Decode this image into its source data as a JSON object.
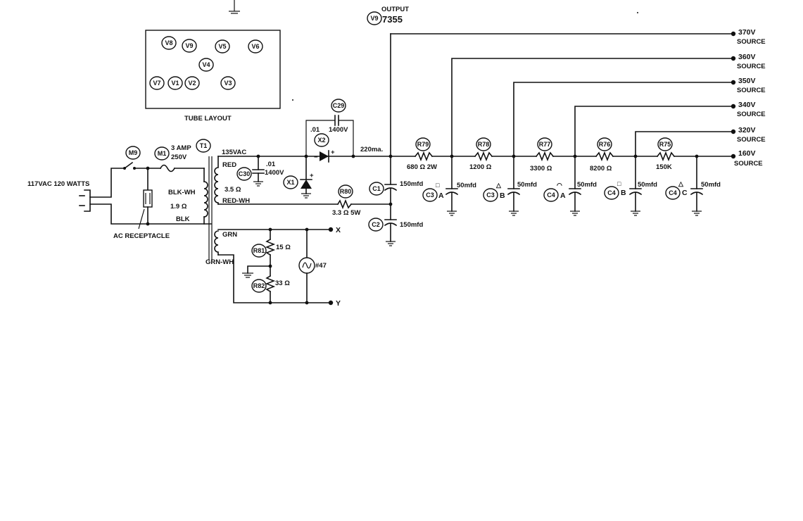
{
  "output_tube": {
    "ref": "V9",
    "label": "OUTPUT",
    "type": "7355"
  },
  "tube_layout": {
    "caption": "TUBE LAYOUT",
    "tubes": [
      "V8",
      "V9",
      "V5",
      "V6",
      "V4",
      "V7",
      "V1",
      "V2",
      "V3"
    ]
  },
  "input": {
    "label": "117VAC  120 WATTS",
    "receptacle": "AC RECEPTACLE",
    "switch_ref": "M9",
    "fuse_ref": "M1",
    "fuse_rating_1": "3 AMP",
    "fuse_rating_2": "250V"
  },
  "transformer": {
    "ref": "T1",
    "secondary_voltage": "135VAC",
    "red": "RED",
    "red_resistance": "3.5 Ω",
    "red_wh": "RED-WH",
    "blk_wh": "BLK-WH",
    "primary_resistance": "1.9 Ω",
    "blk": "BLK",
    "grn": "GRN",
    "grn_wh": "GRN-WH"
  },
  "rectifier": {
    "c30_ref": "C30",
    "c30_val_1": ".01",
    "c30_val_2": "1400V",
    "x1_ref": "X1",
    "x2_ref": "X2",
    "c29_ref": "C29",
    "c29_val_1": ".01",
    "c29_val_2": "1400V",
    "current": "220ma.",
    "r80_ref": "R80",
    "r80_val": "3.3 Ω  5W",
    "minus": "−",
    "plus": "+"
  },
  "filter": {
    "c1_ref": "C1",
    "c1_val": "150mfd",
    "c2_ref": "C2",
    "c2_val": "150mfd",
    "resistors": [
      {
        "ref": "R79",
        "value": "680 Ω  2W"
      },
      {
        "ref": "R78",
        "value": "1200 Ω"
      },
      {
        "ref": "R77",
        "value": "3300 Ω"
      },
      {
        "ref": "R76",
        "value": "8200 Ω"
      },
      {
        "ref": "R75",
        "value": "150K"
      }
    ],
    "capacitors": [
      {
        "ref": "C3",
        "section": "A",
        "value": "50mfd",
        "mark": "□"
      },
      {
        "ref": "C3",
        "section": "B",
        "value": "50mfd",
        "mark": "△"
      },
      {
        "ref": "C4",
        "section": "A",
        "value": "50mfd",
        "mark": "◠"
      },
      {
        "ref": "C4",
        "section": "B",
        "value": "50mfd",
        "mark": "□"
      },
      {
        "ref": "C4",
        "section": "C",
        "value": "50mfd",
        "mark": "△"
      }
    ]
  },
  "outputs": [
    {
      "voltage": "370V",
      "label": "SOURCE"
    },
    {
      "voltage": "360V",
      "label": "SOURCE"
    },
    {
      "voltage": "350V",
      "label": "SOURCE"
    },
    {
      "voltage": "340V",
      "label": "SOURCE"
    },
    {
      "voltage": "320V",
      "label": "SOURCE"
    },
    {
      "voltage": "160V",
      "label": "SOURCE"
    }
  ],
  "filament": {
    "r81_ref": "R81",
    "r81_val": "15 Ω",
    "r82_ref": "R82",
    "r82_val": "33 Ω",
    "lamp": "#47",
    "x_label": "X",
    "y_label": "Y"
  }
}
